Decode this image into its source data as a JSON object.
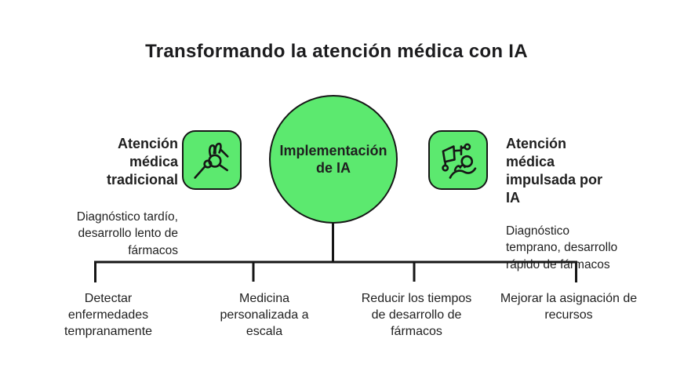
{
  "title": "Transformando la atención médica con IA",
  "center_node": {
    "label": "Implementación de IA"
  },
  "left_branch": {
    "heading": "Atención médica tradicional",
    "description": "Diagnóstico tardío, desarrollo lento de fármacos",
    "icon": "hand-pinch-tool-icon"
  },
  "right_branch": {
    "heading": "Atención médica impulsada por IA",
    "description": "Diagnóstico temprano, desarrollo rápido de fármacos",
    "icon": "robotic-arm-patient-icon"
  },
  "benefits": [
    "Detectar enfermedades tempranamente",
    "Medicina personalizada a escala",
    "Reducir los tiempos de desarrollo de fármacos",
    "Mejorar la asignación de recursos"
  ],
  "colors": {
    "accent_green": "#5CE96F",
    "outline": "#161616",
    "text": "#1f1f1f",
    "background": "#ffffff"
  }
}
